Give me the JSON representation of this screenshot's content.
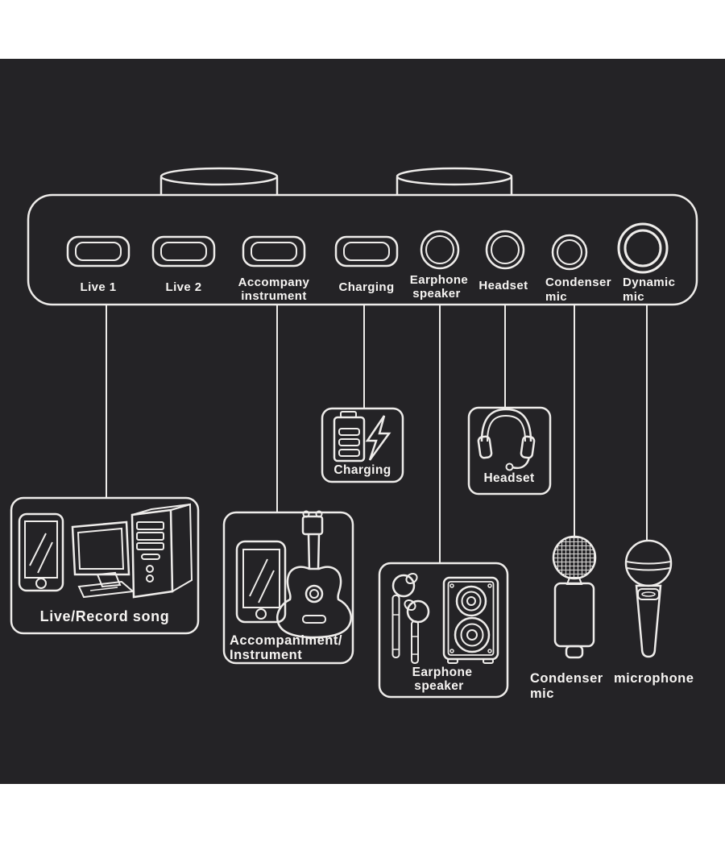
{
  "page": {
    "bg": "#ffffff",
    "canvas_bg": "#242326",
    "line_color": "#eeecea",
    "text_color": "#f7f5f3"
  },
  "device_panel": {
    "description": "sound card top panel with two knobs",
    "ports": [
      {
        "id": "live1",
        "type": "usb-port",
        "label1": "Live 1",
        "label2": ""
      },
      {
        "id": "live2",
        "type": "usb-port",
        "label1": "Live 2",
        "label2": ""
      },
      {
        "id": "accompany",
        "type": "usb-port",
        "label1": "Accompany",
        "label2": "instrument"
      },
      {
        "id": "charging",
        "type": "usb-port",
        "label1": "Charging",
        "label2": ""
      },
      {
        "id": "earphone",
        "type": "jack-port",
        "label1": "Earphone",
        "label2": "speaker"
      },
      {
        "id": "headset",
        "type": "jack-port",
        "label1": "Headset",
        "label2": ""
      },
      {
        "id": "condenser",
        "type": "jack-port",
        "label1": "Condenser",
        "label2": "mic"
      },
      {
        "id": "dynamic",
        "type": "jack-port-large",
        "label1": "Dynamic",
        "label2": "mic"
      }
    ]
  },
  "callouts": {
    "live_record": {
      "label": "Live/Record song",
      "icons": [
        "smartphone-icon",
        "monitor-icon",
        "pc-tower-icon"
      ]
    },
    "accompaniment": {
      "label1": "Accompaniment/",
      "label2": "Instrument",
      "icons": [
        "smartphone-icon",
        "guitar-icon"
      ]
    },
    "charging": {
      "label": "Charging",
      "icons": [
        "battery-icon",
        "lightning-icon"
      ]
    },
    "earphone_speaker": {
      "label1": "Earphone",
      "label2": "speaker",
      "icons": [
        "earbuds-icon",
        "speaker-icon"
      ]
    },
    "headset": {
      "label": "Headset",
      "icons": [
        "headset-icon"
      ]
    },
    "condenser_mic": {
      "label1": "Condenser",
      "label2": "mic",
      "icons": [
        "condenser-mic-icon"
      ]
    },
    "dynamic_mic": {
      "label": "microphone",
      "icons": [
        "dynamic-mic-icon"
      ]
    }
  }
}
